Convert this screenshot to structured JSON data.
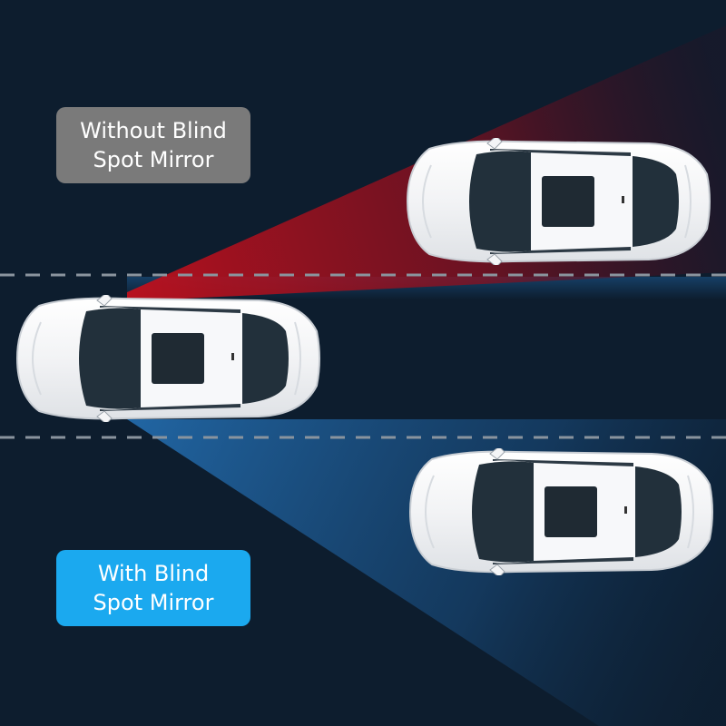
{
  "labels": {
    "without": {
      "line1": "Without Blind",
      "line2": "Spot Mirror"
    },
    "with": {
      "line1": "With Blind",
      "line2": "Spot Mirror"
    }
  },
  "colors": {
    "background": "#0d1d2e",
    "without_box": "#7a7a7a",
    "with_box": "#1ba9ef",
    "cone_red": "#b0101c",
    "cone_blue": "#1e6db4",
    "car_body": "#f4f5f7",
    "glass": "#23303b",
    "lane_marking": "#8a949e"
  },
  "cars": [
    {
      "role": "ego-car"
    },
    {
      "role": "car-adjacent-upper"
    },
    {
      "role": "car-adjacent-lower"
    }
  ]
}
